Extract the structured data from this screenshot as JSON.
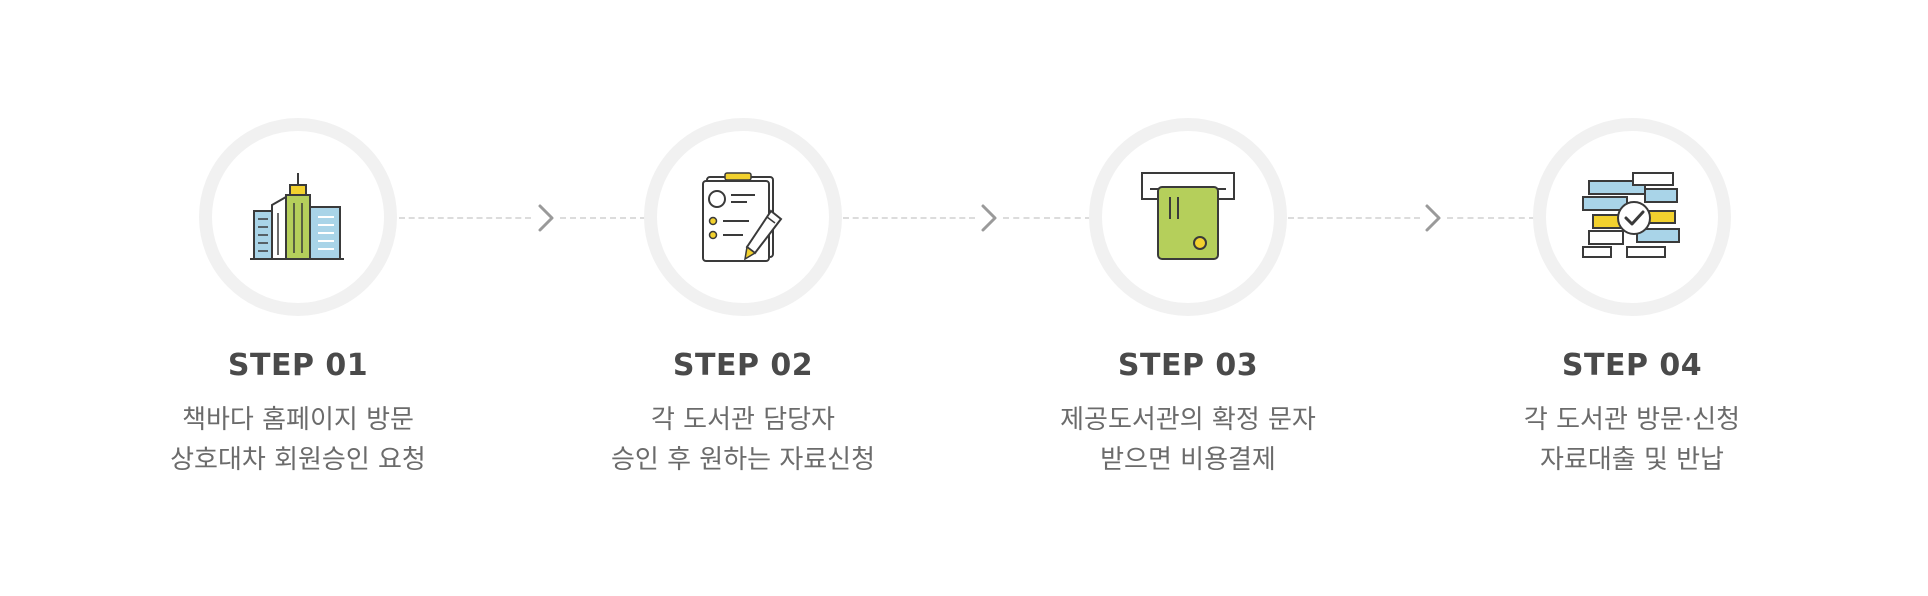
{
  "steps": [
    {
      "title": "STEP 01",
      "line1": "책바다 홈페이지 방문",
      "line2": "상호대차 회원승인 요청",
      "icon": "buildings-icon"
    },
    {
      "title": "STEP 02",
      "line1": "각 도서관 담당자",
      "line2": "승인 후 원하는 자료신청",
      "icon": "document-pen-icon"
    },
    {
      "title": "STEP 03",
      "line1": "제공도서관의 확정 문자",
      "line2": "받으면 비용결제",
      "icon": "card-payment-icon"
    },
    {
      "title": "STEP 04",
      "line1": "각 도서관 방문·신청",
      "line2": "자료대출 및 반납",
      "icon": "books-check-icon"
    }
  ],
  "colors": {
    "accent_green": "#b5cf5b",
    "accent_yellow": "#f2d12e",
    "accent_blue": "#a9d4e8",
    "outline": "#3a3a3a",
    "circle_border": "#f1f1f1",
    "title_text": "#4a4a4a",
    "desc_text": "#6b6b6b"
  }
}
